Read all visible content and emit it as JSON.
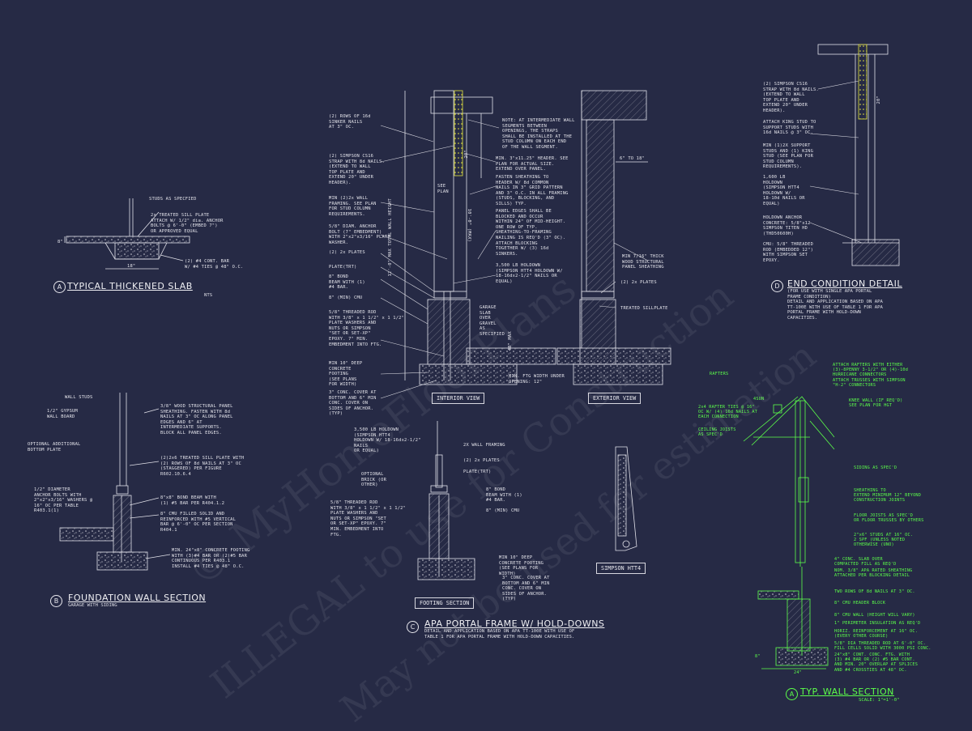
{
  "details": {
    "a": {
      "bubble": "A",
      "title": "TYPICAL THICKENED SLAB",
      "sub": "NTS",
      "notes": [
        "STUDS AS SPECFIED",
        "2x TREATED SILL PLATE\nATTACH W/ 1/2\" dia. ANCHOR\nBOLTS @ 6'-0\" (EMBED 7\")\nOR APPROVED EQUAL",
        "(2) #4 CONT. BAR\nW/ #4 TIES @ 48\" O.C."
      ],
      "dims": [
        "18\"",
        "8\""
      ]
    },
    "b": {
      "bubble": "B",
      "title": "FOUNDATION WALL SECTION",
      "sub": "GARAGE WITH SIDING",
      "notes": [
        "WALL STUDS",
        "1/2\" GYPSUM\nWALL BOARD",
        "OPTIONAL ADDITIONAL\nBOTTOM PLATE",
        "1/2\" DIAMETER\nANCHOR BOLTS WITH\n2\"x2\"x3/16\" WASHERS @\n16\" OC PER TABLE\nR403.1(1)",
        "3/8\" WOOD STRUCTURAL PANEL\nSHEATHING. FASTEN WITH 8d\nNAILS AT 3\" OC ALONG PANEL\nEDGES AND 6\" AT\nINTERMEDIATE SUPPORTS.\nBLOCK ALL PANEL EDGES.",
        "(2)2x6 TREATED SILL PLATE WITH\n(2) ROWS OF 8d NAILS AT 3\" OC\n(STAGGERED) PER FIGURE\nR602.10.6.4",
        "8\"x8\" BOND BEAM WITH\n(1) #5 BAR PER R404.1.2",
        "8\" CMU FILLED SOLID AND\nREINFORCED WITH #5 VERTICAL\nBAR @ 6'-0\" OC PER SECTION\nR404.1",
        "MIN. 24\"x8\" CONCRETE FOOTING\nWITH (3)#4 BAR OR (2)#5 BAR\nCONTINUOUS PER R403.1\nINSTALL #4 TIES @ 48\" O.C."
      ]
    },
    "c": {
      "bubble": "C",
      "title": "APA PORTAL FRAME W/ HOLD-DOWNS",
      "sub": "DETAIL AND APPLICATION BASED ON APA TT-100E WITH USE OF\nTABLE 1 FOR APA PORTAL FRAME WITH HOLD-DOWN CAPACITIES.",
      "views": [
        "INTERIOR VIEW",
        "EXTERIOR VIEW",
        "FOOTING SECTION",
        "SIMPSON HTT4"
      ],
      "notes_left": [
        "(2) ROWS OF 16d\nSINKER NAILS\nAT 3\" OC.",
        "(2) SIMPSON CS16\nSTRAP WITH 8d NAILS.\n(EXTEND TO WALL\nTOP PLATE AND\nEXTEND 20\" UNDER\nHEADER).",
        "MIN (2)2x WALL\nFRAMING. SEE PLAN\nFOR STUD COLUMN\nREQUIREMENTS.",
        "5/8\" DIAM. ANCHOR\nBOLT (7\" EMBEDMENT)\nWITH 2\"x2\"x3/16\" PLATE\nWASHER.",
        "(2) 2x PLATES",
        "PLATE(TRT)",
        "8\" BOND\nBEAM WITH (1)\n#4 BAR.",
        "8\" (MIN) CMU",
        "5/8\" THREADED ROD\nWITH 3/8\" x 1 1/2\" x 1 1/2\"\nPLATE WASHERS AND\nNUTS OR SIMPSON\n\"SET OR SET-XP\"\nEPOXY. 7\" MIN.\nEMBEDMENT INTO FTG.",
        "MIN 10\" DEEP\nCONCRETE\nFOOTING\n(SEE PLANS\nFOR WIDTH)",
        "3\" CONC. COVER AT\nBOTTOM AND 6\" MIN\nCONC. COVER ON\nSIDES OF ANCHOR.\n(TYP)"
      ],
      "notes_mid": [
        "NOTE: AT INTERMEDIATE WALL\nSEGMENTS BETWEEN\nOPENINGS, THE STRAPS\nSHALL BE INSTALLED AT THE\nSTUD COLUMN ON EACH END\nOF THE WALL SEGMENT.",
        "MIN. 3\"x11.25\" HEADER. SEE\nPLAN FOR ACTUAL SIZE.\nEXTEND OVER PANEL.",
        "FASTEN SHEATHING TO\nHEADER W/ 8d COMMON\nNAILS IN 3\" GRID PATTERN\nAND 3\" O.C. IN ALL FRAMING\n(STUDS, BLOCKING, AND\nSILLS) TYP.",
        "PANEL EDGES SHALL BE\nBLOCKED AND OCCUR\nWITHIN 24\" OF MID-HEIGHT.\nONE ROW OF TYP.\nSHEATHING-TO-FRAMING\nNAILING IS REQ'D (3\" OC).\nATTACH BLOCKING\nTOGETHER W/ (3) 16d\nSINKERS.",
        "3,500 LB HOLDOWN\n(SIMPSON HTT4 HOLDOWN W/\n18-16dx2-1/2\" NAILS OR\nEQUAL)",
        "GARAGE\nSLAB\nOVER\nGRAVEL\nAS\nSPECIFIED",
        "MIN. FTG WIDTH UNDER\nOPENING: 12\"",
        "MIN 7/16\" THICK\nWOOD STRUCTURAL\nPANEL SHEATHING",
        "(2) 2x PLATES",
        "TREATED SILLPLATE",
        "6\" TO 18\""
      ],
      "dims": [
        "SEE\nPLAN",
        "20\"",
        "10'-0\" (MAX)",
        "12'-0\" MAX TOTAL WALL HEIGHT",
        "48\" MAX"
      ],
      "notes_footing": [
        "3,500 LB HOLDOWN\n(SIMPSON HTT4\nHOLDOWN W/ 18-16dx2-1/2\"\nNAILS\nOR EQUAL)",
        "2X WALL FRAMING",
        "(2) 2x PLATES",
        "PLATE(TRT)",
        "OPTIONAL\nBRICK (OR\nOTHER)",
        "5/8\" THREADED ROD\nWITH 3/8\" x 1 1/2\" x 1 1/2\"\nPLATE WASHERS AND\nNUTS OR SIMPSON \"SET\nOR SET-XP\" EPOXY. 7\"\nMIN. EMBEDMENT INTO\nFTG.",
        "8\" BOND\nBEAM WITH (1)\n#4 BAR.",
        "8\" (MIN) CMU",
        "MIN 10\" DEEP\nCONCRETE FOOTING\n(SEE PLANS FOR\nWIDTH)",
        "3\" CONC. COVER AT\nBOTTOM AND 6\" MIN\nCONC. COVER ON\nSIDES OF ANCHOR.\n(TYP)"
      ]
    },
    "d": {
      "bubble": "D",
      "title": "END CONDITION DETAIL",
      "sub": "(FOR USE WITH SINGLE APA PORTAL\nFRAME CONDITION)\nDETAIL AND APPLICATION BASED ON APA\nTT-100E WITH USE OF TABLE 1 FOR APA\nPORTAL FRAME WITH HOLD-DOWN\nCAPACITIES.",
      "notes": [
        "(2) SIMPSON CS16\nSTRAP WITH 8d NAILS.\n(EXTEND TO WALL\nTOP PLATE AND\nEXTEND 20\" UNDER\nHEADER).",
        "ATTACH KING STUD TO\nSUPPORT STUDS WITH\n16d NAILS @ 3\" OC.",
        "MIN (1)2X SUPPORT\nSTUDS AND (1) KING\nSTUD (SEE PLAN FOR\nSTUD COLUMN\nREQUIREMENTS).",
        "1,600 LB\nHOLDOWN\n(SIMPSON HTT4\nHOLDOWN W/\n18-10d NAILS OR\nEQUAL)",
        "HOLDOWN ANCHOR\nCONCRETE: 5/8\"x12\nSIMPSON TITEN HD\n(THD50600H)",
        "CMU: 5/8\" THREADED\nROD (EMBEDDED 12\")\nWITH SIMPSON SET\nEPOXY."
      ],
      "dims": [
        "20\""
      ]
    },
    "e": {
      "bubble": "A",
      "title": "TYP. WALL SECTION",
      "sub": "SCALE: 1\"=1'-0\"",
      "notes_left": [
        "RAFTERS",
        "4SUN",
        "2x4 RAFTER TIES @ 16\"\nOC W/ (4) 16d NAILS AT\nEACH CONNECTION",
        "CEILING JOISTS\nAS SPEC'D"
      ],
      "notes_right": [
        "ATTACH RAFTERS WITH EITHER\n(3)-8PENNY 3-1/2\" OR (4)-10d\nHURRICANE CONNECTORS\nATTACH TRUSSES WITH SIMPSON\n\"H-2\" CONNECTORS",
        "KNEE WALL (IF REQ'D)\nSEE PLAN FOR HGT",
        "SIDING AS SPEC'D",
        "SHEATHING TO\nEXTEND MINIMUM 12\" BEYOND\nCONSTRUCTION JOINTS",
        "FLOOR JOISTS AS SPEC'D\nOR FLOOR TRUSSES BY OTHERS",
        "2\"x6\" STUDS AT 16\" OC.\n2 SPF (UNLESS NOTED\nOTHERWISE (UNO)",
        "4\" CONC. SLAB OVER\nCOMPACTED FILL AS REQ'D",
        "NOM. 3/8\" APA RATED SHEATHING\nATTACHED PER BLOCKING DETAIL",
        "TWO ROWS OF 8d NAILS AT 3\" OC.",
        "8\" CMU HEADER BLOCK",
        "8\" CMU WALL (HEIGHT WILL VARY)",
        "1\" PERIMETER INSULATION AS REQ'D",
        "HORIZ. REINFORCEMENT AT 16\" OC.\n(EVERY OTHER COURSE)",
        "5/8\" DIA THREADED ROD AT 6'-0\" OC.\nFILL CELLS SOLID WITH 3000 PSI CONC.",
        "24\"x8\" CONT. CONC. FTG. WITH\n(3) #4 BAR OR (2) #5 BAR CONT.\nAND MIN. 20\" OVERLAP AT SPLICES\nAND #4 CROSSTIES AT 48\" OC."
      ],
      "dims": [
        "24\"",
        "8\""
      ]
    }
  },
  "watermark": {
    "lines": [
      "© MyHomeFloorPlans",
      "ILLEGAL to use for Construction",
      "May not be used for estimation"
    ]
  }
}
